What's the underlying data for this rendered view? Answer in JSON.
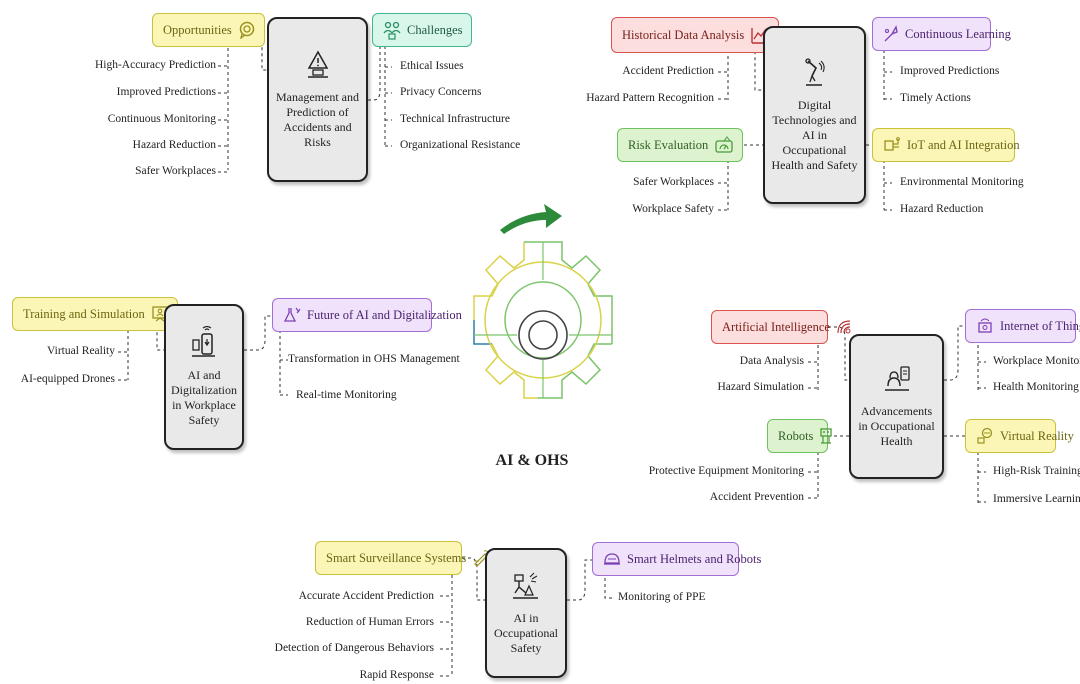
{
  "center": {
    "label": "AI & OHS"
  },
  "modules": {
    "management": {
      "hub": "Management and Prediction of Accidents and Risks",
      "tag_a": "Opportunities",
      "items_a": [
        "High-Accuracy Prediction",
        "Improved Predictions",
        "Continuous Monitoring",
        "Hazard Reduction",
        "Safer Workplaces"
      ],
      "tag_b": "Challenges",
      "items_b": [
        "Ethical Issues",
        "Privacy Concerns",
        "Technical Infrastructure",
        "Organizational Resistance"
      ]
    },
    "digital": {
      "hub": "Digital Technologies and AI in Occupational Health and Safety",
      "tag_a": "Historical Data Analysis",
      "items_a": [
        "Accident Prediction",
        "Hazard Pattern Recognition"
      ],
      "tag_b": "Continuous Learning",
      "items_b": [
        "Improved Predictions",
        "Timely Actions"
      ],
      "tag_c": "Risk Evaluation",
      "items_c": [
        "Safer Workplaces",
        "Workplace Safety"
      ],
      "tag_d": "IoT and AI Integration",
      "items_d": [
        "Environmental Monitoring",
        "Hazard Reduction"
      ]
    },
    "digitalization": {
      "hub": "AI and Digitalization in Workplace Safety",
      "tag_a": "Training and Simulation",
      "items_a": [
        "Virtual Reality",
        "AI-equipped Drones"
      ],
      "tag_b": "Future of AI and Digitalization",
      "items_b": [
        "Transformation in OHS Management",
        "Real-time Monitoring"
      ]
    },
    "advancements": {
      "hub": "Advancements in Occupational Health",
      "tag_a": "Artificial Intelligence",
      "items_a": [
        "Data Analysis",
        "Hazard Simulation"
      ],
      "tag_b": "Internet of Things",
      "items_b": [
        "Workplace Monitoring",
        "Health Monitoring"
      ],
      "tag_c": "Robots",
      "items_c": [
        "Protective Equipment Monitoring",
        "Accident Prevention"
      ],
      "tag_d": "Virtual Reality",
      "items_d": [
        "High-Risk Training",
        "Immersive Learning"
      ]
    },
    "safety": {
      "hub": "AI in Occupational Safety",
      "tag_a": "Smart Surveillance Systems",
      "items_a": [
        "Accurate Accident Prediction",
        "Reduction of Human Errors",
        "Detection of Dangerous Behaviors",
        "Rapid Response"
      ],
      "tag_b": "Smart Helmets and Robots",
      "items_b": [
        "Monitoring of PPE"
      ]
    }
  },
  "icons": {
    "hub": "person-laptop-icon",
    "opportunities": "chat-bubble-icon",
    "challenges": "people-puzzle-icon",
    "gear": "gear-icon",
    "arrow": "curved-arrow-icon",
    "robot": "robot-arm-icon"
  },
  "colors": {
    "yellow": "#fbf6b6",
    "green": "#ddf3cf",
    "red": "#fbdedd",
    "purple": "#efe2fa",
    "teal": "#d8f6ea",
    "gear_yellow": "#d9d24a",
    "gear_green": "#7cc46b",
    "gear_blue": "#2f7fb0",
    "arrow": "#2d8a3a"
  }
}
